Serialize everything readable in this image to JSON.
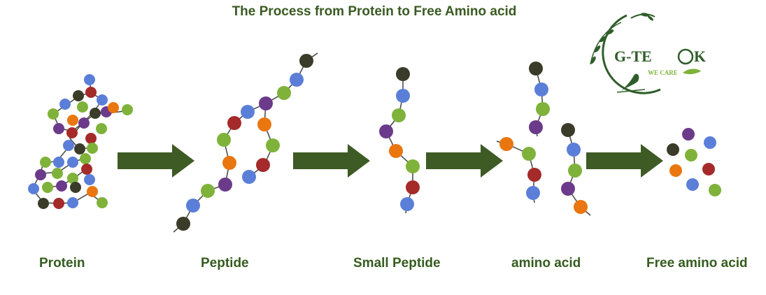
{
  "title": "The Process from Protein to Free Amino acid",
  "logo": {
    "brand_prefix": "G-TE",
    "brand_suffix": "K",
    "tagline": "WE CARE"
  },
  "colors": {
    "dark_green": "#3e5a25",
    "logo_green": "#2f5d2a",
    "bead_navy": "#3b3b2a",
    "bead_blue": "#5b7fd8",
    "bead_green": "#7fb23a",
    "bead_purple": "#6b3a8a",
    "bead_orange": "#e9760f",
    "bead_red": "#a52a2a"
  },
  "stages": [
    {
      "label": "Protein"
    },
    {
      "label": "Peptide"
    },
    {
      "label": "Small Peptide"
    },
    {
      "label": "amino acid"
    },
    {
      "label": "Free amino acid"
    }
  ]
}
